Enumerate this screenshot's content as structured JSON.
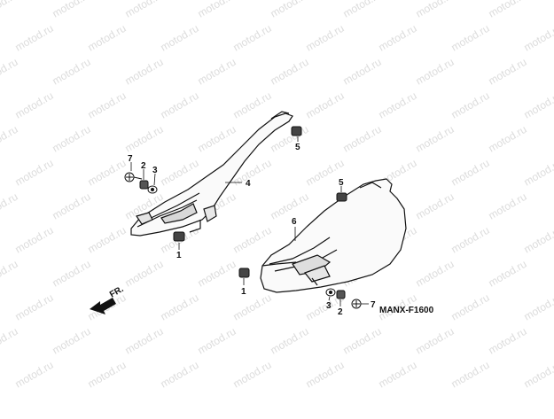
{
  "watermark": {
    "text": "motod.ru"
  },
  "diagram": {
    "code": "MANX-F1600",
    "direction_label": "FR.",
    "callouts": {
      "c7a": "7",
      "c2a": "2",
      "c3a": "3",
      "c4": "4",
      "c1a": "1",
      "c5a": "5",
      "c5b": "5",
      "c6": "6",
      "c1b": "1",
      "c3b": "3",
      "c2b": "2",
      "c7b": "7"
    }
  }
}
